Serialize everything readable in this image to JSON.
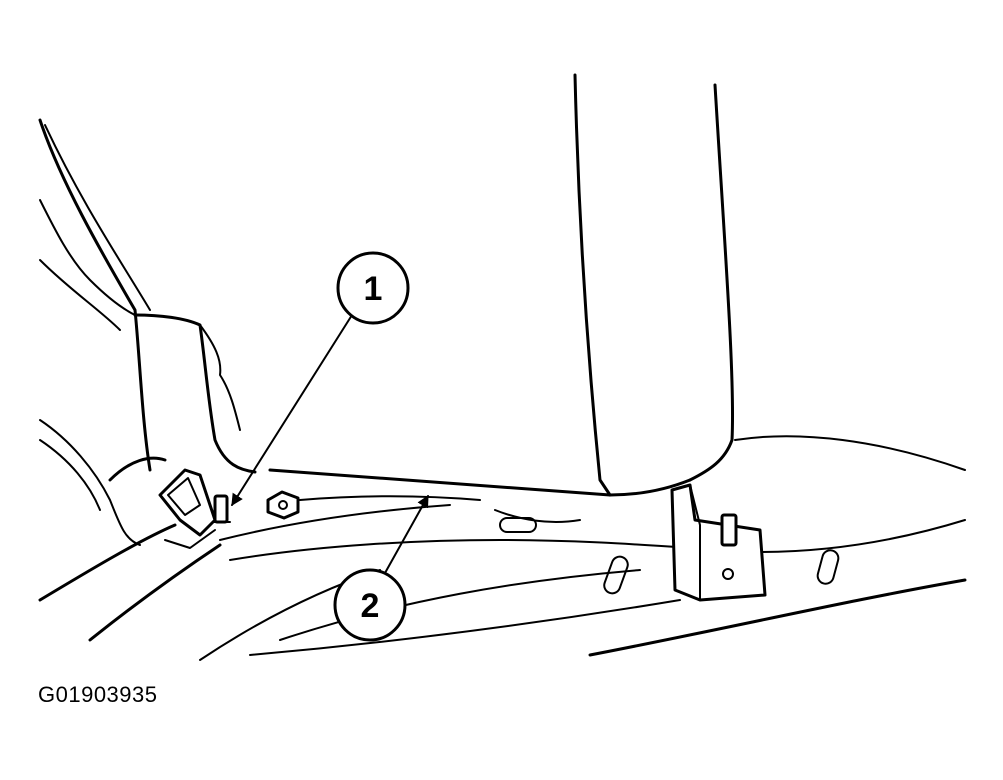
{
  "callouts": [
    {
      "id": "1",
      "label": "1"
    },
    {
      "id": "2",
      "label": "2"
    }
  ],
  "figure_id": "G01903935"
}
